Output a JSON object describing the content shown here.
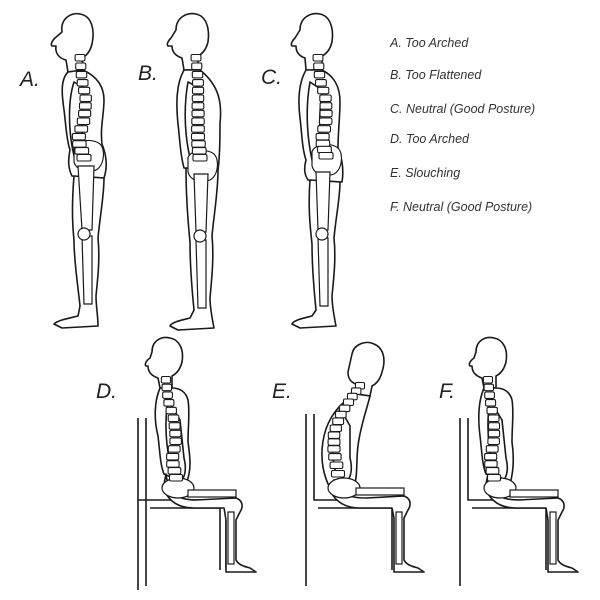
{
  "figures": [
    {
      "letter": "A.",
      "posture": "standing",
      "spine": "too-arched"
    },
    {
      "letter": "B.",
      "posture": "standing",
      "spine": "too-flattened"
    },
    {
      "letter": "C.",
      "posture": "standing",
      "spine": "neutral"
    },
    {
      "letter": "D.",
      "posture": "seated",
      "spine": "too-arched"
    },
    {
      "letter": "E.",
      "posture": "seated",
      "spine": "slouching"
    },
    {
      "letter": "F.",
      "posture": "seated",
      "spine": "neutral"
    }
  ],
  "legend": [
    "A.  Too Arched",
    "B.  Too Flattened",
    "C.  Neutral (Good Posture)",
    "D.  Too Arched",
    "E.  Slouching",
    "F.  Neutral (Good Posture)"
  ]
}
